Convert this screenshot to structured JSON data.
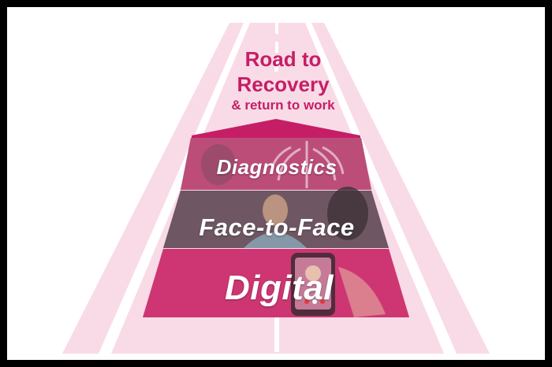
{
  "heading": {
    "line1": "Road to",
    "line2": "Recovery",
    "line3": "& return to work"
  },
  "tiers": [
    {
      "label": "Diagnostics"
    },
    {
      "label": "Face-to-Face"
    },
    {
      "label": "Digital"
    }
  ],
  "colors": {
    "frame": "#000000",
    "road": "#f8dbe6",
    "lane_marking": "#ffffff",
    "accent": "#c51e66",
    "tier_overlay": "#c7356f"
  }
}
